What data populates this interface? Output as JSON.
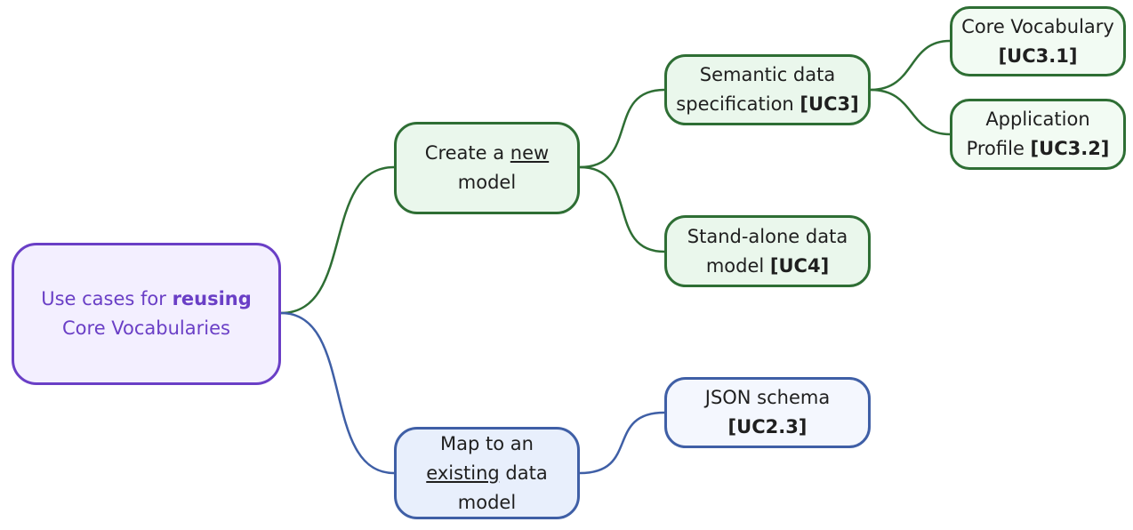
{
  "colors": {
    "root_border": "#6a3fc6",
    "root_fill": "#f3efff",
    "green_border": "#2e6e34",
    "green_fill": "#eaf7ec",
    "blue_border": "#3f5fa6",
    "blue_fill": "#e8effc"
  },
  "root": {
    "line1_pre": "Use cases for ",
    "line1_bold": "reusing",
    "line2": "Core Vocabularies"
  },
  "create": {
    "pre": "Create a ",
    "underlined": "new",
    "post": "model"
  },
  "map": {
    "line1": "Map to an",
    "underlined": "existing",
    "line2_post": " data",
    "line3": "model"
  },
  "semantic": {
    "line1": "Semantic data",
    "line2_pre": "specification ",
    "code": "[UC3]"
  },
  "standalone": {
    "line1": "Stand-alone data",
    "line2_pre": "model ",
    "code": "[UC4]"
  },
  "json": {
    "line1": "JSON schema",
    "code": "[UC2.3]"
  },
  "core": {
    "line1": "Core Vocabulary",
    "code": "[UC3.1]"
  },
  "app": {
    "line1": "Application",
    "line2_pre": "Profile ",
    "code": "[UC3.2]"
  }
}
